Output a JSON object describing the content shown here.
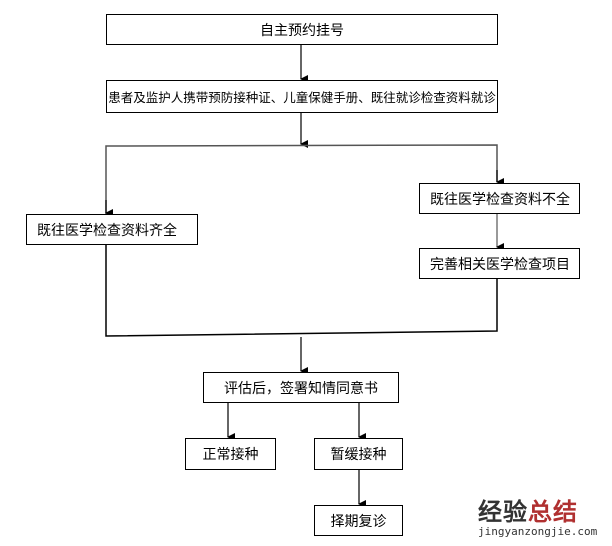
{
  "flowchart": {
    "step1": "自主预约挂号",
    "step2": "患者及监护人携带预防接种证、儿童保健手册、既往就诊检查资料就诊",
    "branch_complete": "既往医学检查资料齐全",
    "branch_incomplete": "既往医学检查资料不全",
    "complete_items": "完善相关医学检查项目",
    "consent": "评估后，签署知情同意书",
    "normal": "正常接种",
    "postpone": "暂缓接种",
    "revisit": "择期复诊"
  },
  "watermark": {
    "title_a": "经验",
    "title_b": "总结",
    "url": "jingyanzongjie.com"
  }
}
